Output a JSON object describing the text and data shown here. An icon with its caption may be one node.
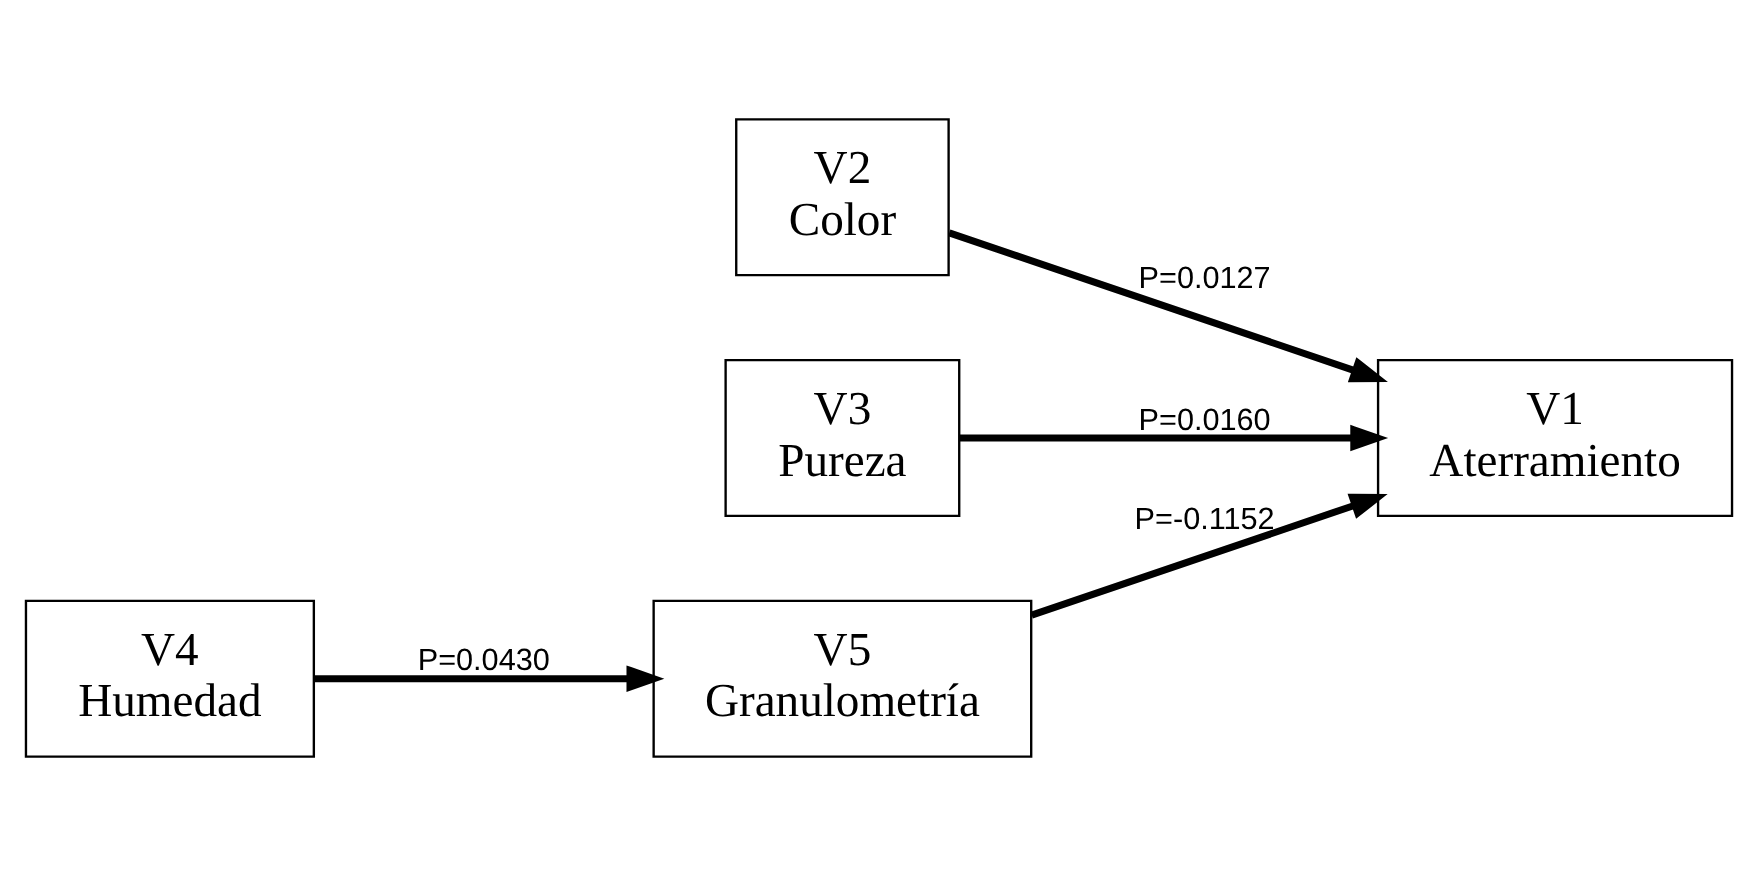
{
  "diagram": {
    "nodes": [
      {
        "text": [
          "V2",
          "Color"
        ]
      },
      {
        "text": [
          "V3",
          "Pureza"
        ]
      },
      {
        "text": [
          "V1",
          "Aterramiento"
        ]
      },
      {
        "text": [
          "V4",
          "Humedad"
        ]
      },
      {
        "text": [
          "V5",
          "Granulometría"
        ]
      }
    ],
    "edges": [
      {
        "from": 0,
        "to": 2,
        "arrow": "to",
        "label": "P=0.0127"
      },
      {
        "from": 1,
        "to": 2,
        "arrow": "to",
        "label": "P=0.0160"
      },
      {
        "from": 4,
        "to": 2,
        "arrow": "to",
        "label": "P=-0.1152"
      },
      {
        "from": 3,
        "to": 4,
        "arrow": "to",
        "label": "P=0.0430"
      }
    ]
  }
}
